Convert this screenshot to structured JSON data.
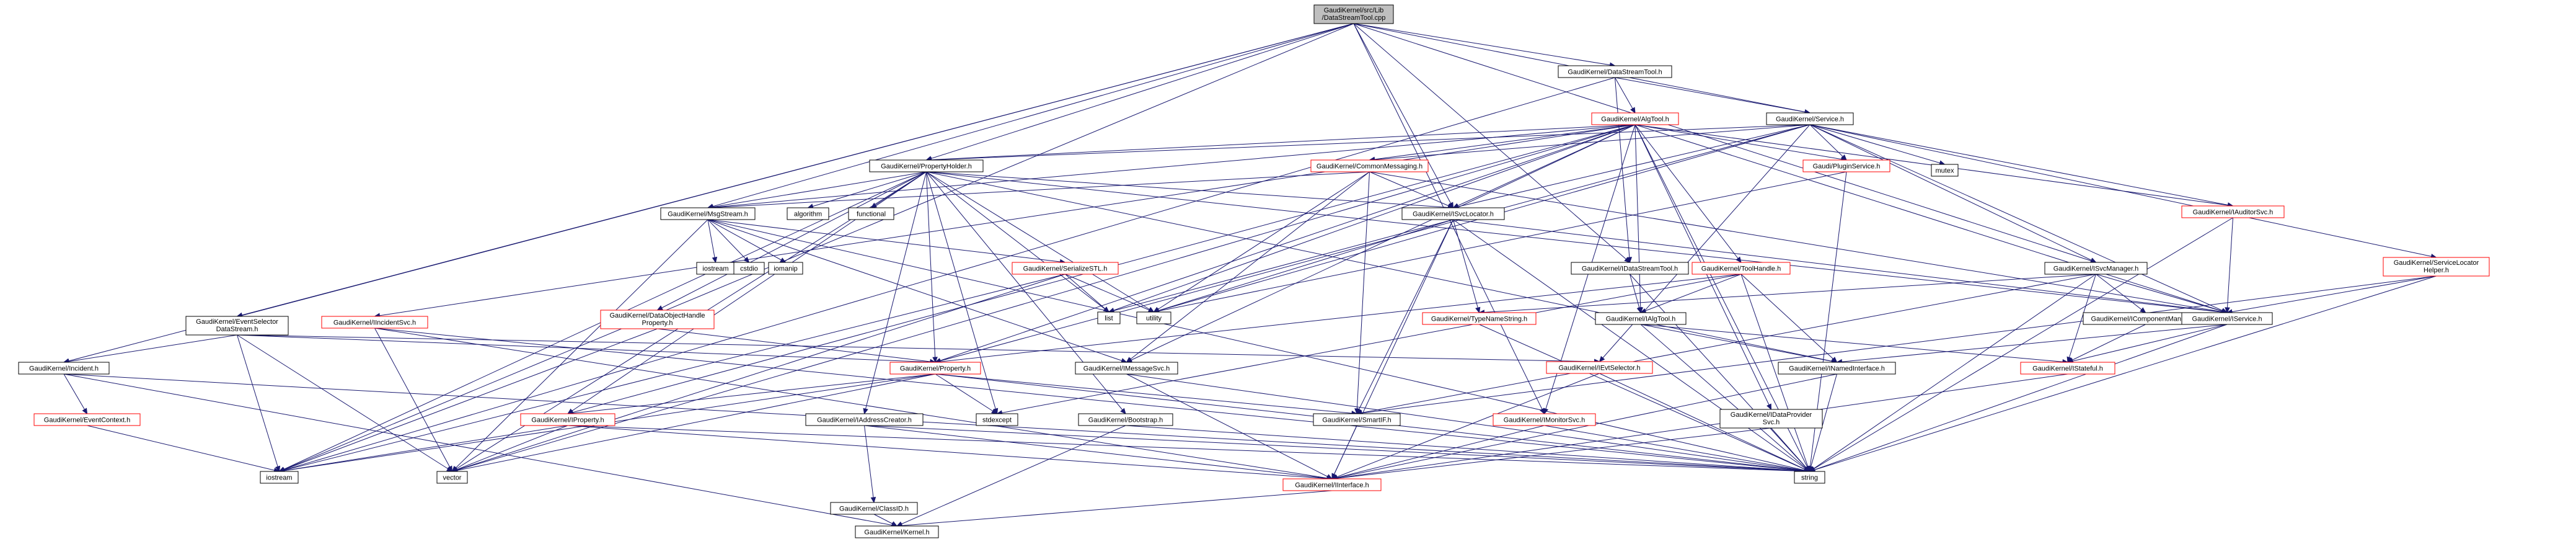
{
  "graph": {
    "root": "GaudiKernel/src/Lib/DataStreamTool.cpp",
    "nodes": [
      {
        "id": "root",
        "lines": [
          "GaudiKernel/src/Lib",
          "/DataStreamTool.cpp"
        ],
        "style": "root"
      },
      {
        "id": "dst",
        "lines": [
          "GaudiKernel/DataStreamTool.h"
        ],
        "style": "black"
      },
      {
        "id": "service",
        "lines": [
          "GaudiKernel/Service.h"
        ],
        "style": "black"
      },
      {
        "id": "algtool",
        "lines": [
          "GaudiKernel/AlgTool.h"
        ],
        "style": "red"
      },
      {
        "id": "propholder",
        "lines": [
          "GaudiKernel/PropertyHolder.h"
        ],
        "style": "black"
      },
      {
        "id": "commonmsg",
        "lines": [
          "GaudiKernel/CommonMessaging.h"
        ],
        "style": "red"
      },
      {
        "id": "pluginsvc",
        "lines": [
          "Gaudi/PluginService.h"
        ],
        "style": "red"
      },
      {
        "id": "mutex",
        "lines": [
          "mutex"
        ],
        "style": "black"
      },
      {
        "id": "auditorsvc",
        "lines": [
          "GaudiKernel/IAuditorSvc.h"
        ],
        "style": "red"
      },
      {
        "id": "msgstream",
        "lines": [
          "GaudiKernel/MsgStream.h"
        ],
        "style": "black"
      },
      {
        "id": "algorithm",
        "lines": [
          "algorithm"
        ],
        "style": "black"
      },
      {
        "id": "functional",
        "lines": [
          "functional"
        ],
        "style": "black"
      },
      {
        "id": "isvclocator",
        "lines": [
          "GaudiKernel/ISvcLocator.h"
        ],
        "style": "black"
      },
      {
        "id": "sslh",
        "lines": [
          "GaudiKernel/ServiceLocator",
          "Helper.h"
        ],
        "style": "red"
      },
      {
        "id": "istream",
        "lines": [
          "iostream"
        ],
        "style": "black"
      },
      {
        "id": "cstdio",
        "lines": [
          "cstdio"
        ],
        "style": "black"
      },
      {
        "id": "iomanip",
        "lines": [
          "iomanip"
        ],
        "style": "black"
      },
      {
        "id": "serializestl",
        "lines": [
          "GaudiKernel/SerializeSTL.h"
        ],
        "style": "red"
      },
      {
        "id": "toolhandle",
        "lines": [
          "GaudiKernel/ToolHandle.h"
        ],
        "style": "red"
      },
      {
        "id": "idstool",
        "lines": [
          "GaudiKernel/IDataStreamTool.h"
        ],
        "style": "black"
      },
      {
        "id": "isvcmanager",
        "lines": [
          "GaudiKernel/ISvcManager.h"
        ],
        "style": "black"
      },
      {
        "id": "list",
        "lines": [
          "list"
        ],
        "style": "black"
      },
      {
        "id": "utility",
        "lines": [
          "utility"
        ],
        "style": "black"
      },
      {
        "id": "ialgtool",
        "lines": [
          "GaudiKernel/IAlgTool.h"
        ],
        "style": "black"
      },
      {
        "id": "icompmgr",
        "lines": [
          "GaudiKernel/IComponentManager.h"
        ],
        "style": "black"
      },
      {
        "id": "typenamestr",
        "lines": [
          "GaudiKernel/TypeNameString.h"
        ],
        "style": "red"
      },
      {
        "id": "iservice",
        "lines": [
          "GaudiKernel/IService.h"
        ],
        "style": "black"
      },
      {
        "id": "evsel",
        "lines": [
          "GaudiKernel/EventSelector",
          "DataStream.h"
        ],
        "style": "black"
      },
      {
        "id": "iincsvc",
        "lines": [
          "GaudiKernel/IIncidentSvc.h"
        ],
        "style": "red"
      },
      {
        "id": "dohprop",
        "lines": [
          "GaudiKernel/DataObjectHandle",
          "Property.h"
        ],
        "style": "red"
      },
      {
        "id": "property",
        "lines": [
          "GaudiKernel/Property.h"
        ],
        "style": "red"
      },
      {
        "id": "imsgsvc",
        "lines": [
          "GaudiKernel/IMessageSvc.h"
        ],
        "style": "black"
      },
      {
        "id": "ievtsel",
        "lines": [
          "GaudiKernel/IEvtSelector.h"
        ],
        "style": "red"
      },
      {
        "id": "inamedif",
        "lines": [
          "GaudiKernel/INamedInterface.h"
        ],
        "style": "black"
      },
      {
        "id": "istateful",
        "lines": [
          "GaudiKernel/IStateful.h"
        ],
        "style": "red"
      },
      {
        "id": "incident",
        "lines": [
          "GaudiKernel/Incident.h"
        ],
        "style": "black"
      },
      {
        "id": "evctx",
        "lines": [
          "GaudiKernel/EventContext.h"
        ],
        "style": "red"
      },
      {
        "id": "iproperty",
        "lines": [
          "GaudiKernel/IProperty.h"
        ],
        "style": "red"
      },
      {
        "id": "iaddrcreator",
        "lines": [
          "GaudiKernel/IAddressCreator.h"
        ],
        "style": "black"
      },
      {
        "id": "stdexcept",
        "lines": [
          "stdexcept"
        ],
        "style": "black"
      },
      {
        "id": "bootstrap",
        "lines": [
          "GaudiKernel/Bootstrap.h"
        ],
        "style": "black"
      },
      {
        "id": "smartif",
        "lines": [
          "GaudiKernel/SmartIF.h"
        ],
        "style": "black"
      },
      {
        "id": "imonitorsvc",
        "lines": [
          "GaudiKernel/IMonitorSvc.h"
        ],
        "style": "red"
      },
      {
        "id": "idataprov",
        "lines": [
          "GaudiKernel/IDataProvider",
          "Svc.h"
        ],
        "style": "black"
      },
      {
        "id": "iostream2",
        "lines": [
          "iostream"
        ],
        "style": "black"
      },
      {
        "id": "vector",
        "lines": [
          "vector"
        ],
        "style": "black"
      },
      {
        "id": "string",
        "lines": [
          "string"
        ],
        "style": "black"
      },
      {
        "id": "iinterface",
        "lines": [
          "GaudiKernel/IInterface.h"
        ],
        "style": "red"
      },
      {
        "id": "classid",
        "lines": [
          "GaudiKernel/ClassID.h"
        ],
        "style": "black"
      },
      {
        "id": "kernel",
        "lines": [
          "GaudiKernel/Kernel.h"
        ],
        "style": "black"
      }
    ],
    "edges": [
      [
        "root",
        "dst"
      ],
      [
        "root",
        "service"
      ],
      [
        "root",
        "propholder"
      ],
      [
        "root",
        "msgstream"
      ],
      [
        "root",
        "isvclocator"
      ],
      [
        "root",
        "isvcmanager"
      ],
      [
        "root",
        "evsel"
      ],
      [
        "root",
        "incident"
      ],
      [
        "root",
        "iostream2"
      ],
      [
        "root",
        "imonitorsvc"
      ],
      [
        "root",
        "idstool"
      ],
      [
        "dst",
        "algtool"
      ],
      [
        "dst",
        "service"
      ],
      [
        "dst",
        "idstool"
      ],
      [
        "dst",
        "iostream2"
      ],
      [
        "algtool",
        "propholder"
      ],
      [
        "algtool",
        "commonmsg"
      ],
      [
        "algtool",
        "pluginsvc"
      ],
      [
        "algtool",
        "isvclocator"
      ],
      [
        "algtool",
        "toolhandle"
      ],
      [
        "algtool",
        "ialgtool"
      ],
      [
        "algtool",
        "imonitorsvc"
      ],
      [
        "algtool",
        "idataprov"
      ],
      [
        "algtool",
        "iproperty"
      ],
      [
        "algtool",
        "vector"
      ],
      [
        "algtool",
        "list"
      ],
      [
        "algtool",
        "iservice"
      ],
      [
        "algtool",
        "auditorsvc"
      ],
      [
        "algtool",
        "msgstream"
      ],
      [
        "algtool",
        "imsgsvc"
      ],
      [
        "algtool",
        "iincsvc"
      ],
      [
        "algtool",
        "property"
      ],
      [
        "algtool",
        "string"
      ],
      [
        "service",
        "propholder"
      ],
      [
        "service",
        "commonmsg"
      ],
      [
        "service",
        "pluginsvc"
      ],
      [
        "service",
        "mutex"
      ],
      [
        "service",
        "auditorsvc"
      ],
      [
        "service",
        "sslh"
      ],
      [
        "service",
        "isvclocator"
      ],
      [
        "service",
        "iservice"
      ],
      [
        "service",
        "isvcmanager"
      ],
      [
        "service",
        "ievtsel"
      ],
      [
        "service",
        "property"
      ],
      [
        "service",
        "utility"
      ],
      [
        "propholder",
        "msgstream"
      ],
      [
        "propholder",
        "algorithm"
      ],
      [
        "propholder",
        "functional"
      ],
      [
        "propholder",
        "isvclocator"
      ],
      [
        "propholder",
        "dohprop"
      ],
      [
        "propholder",
        "property"
      ],
      [
        "propholder",
        "iproperty"
      ],
      [
        "propholder",
        "iaddrcreator"
      ],
      [
        "propholder",
        "bootstrap"
      ],
      [
        "propholder",
        "stdexcept"
      ],
      [
        "propholder",
        "utility"
      ],
      [
        "propholder",
        "vector"
      ],
      [
        "propholder",
        "iostream2"
      ],
      [
        "propholder",
        "inamedif"
      ],
      [
        "propholder",
        "list"
      ],
      [
        "propholder",
        "iservice"
      ],
      [
        "commonmsg",
        "msgstream"
      ],
      [
        "commonmsg",
        "isvclocator"
      ],
      [
        "commonmsg",
        "imsgsvc"
      ],
      [
        "commonmsg",
        "smartif"
      ],
      [
        "commonmsg",
        "iservice"
      ],
      [
        "commonmsg",
        "utility"
      ],
      [
        "pluginsvc",
        "string"
      ],
      [
        "pluginsvc",
        "utility"
      ],
      [
        "auditorsvc",
        "iservice"
      ],
      [
        "auditorsvc",
        "string"
      ],
      [
        "msgstream",
        "istream"
      ],
      [
        "msgstream",
        "cstdio"
      ],
      [
        "msgstream",
        "iomanip"
      ],
      [
        "msgstream",
        "serializestl"
      ],
      [
        "msgstream",
        "imsgsvc"
      ],
      [
        "msgstream",
        "vector"
      ],
      [
        "msgstream",
        "string"
      ],
      [
        "isvclocator",
        "list"
      ],
      [
        "isvclocator",
        "typenamestr"
      ],
      [
        "isvclocator",
        "smartif"
      ],
      [
        "isvclocator",
        "iinterface"
      ],
      [
        "isvclocator",
        "string"
      ],
      [
        "isvclocator",
        "iservice"
      ],
      [
        "isvclocator",
        "utility"
      ],
      [
        "sslh",
        "iservice"
      ],
      [
        "sslh",
        "smartif"
      ],
      [
        "sslh",
        "string"
      ],
      [
        "serializestl",
        "list"
      ],
      [
        "serializestl",
        "utility"
      ],
      [
        "serializestl",
        "vector"
      ],
      [
        "serializestl",
        "iostream2"
      ],
      [
        "toolhandle",
        "ialgtool"
      ],
      [
        "toolhandle",
        "inamedif"
      ],
      [
        "toolhandle",
        "property"
      ],
      [
        "toolhandle",
        "stdexcept"
      ],
      [
        "toolhandle",
        "string"
      ],
      [
        "idstool",
        "ialgtool"
      ],
      [
        "idstool",
        "string"
      ],
      [
        "isvcmanager",
        "icompmgr"
      ],
      [
        "isvcmanager",
        "iservice"
      ],
      [
        "isvcmanager",
        "istateful"
      ],
      [
        "isvcmanager",
        "string"
      ],
      [
        "isvcmanager",
        "typenamestr"
      ],
      [
        "isvcmanager",
        "smartif"
      ],
      [
        "ialgtool",
        "inamedif"
      ],
      [
        "ialgtool",
        "istateful"
      ],
      [
        "ialgtool",
        "string"
      ],
      [
        "icompmgr",
        "istateful"
      ],
      [
        "typenamestr",
        "string"
      ],
      [
        "iservice",
        "inamedif"
      ],
      [
        "iservice",
        "istateful"
      ],
      [
        "iservice",
        "string"
      ],
      [
        "evsel",
        "incident"
      ],
      [
        "evsel",
        "property"
      ],
      [
        "evsel",
        "vector"
      ],
      [
        "evsel",
        "iostream2"
      ],
      [
        "evsel",
        "ievtsel"
      ],
      [
        "iincsvc",
        "string"
      ],
      [
        "iincsvc",
        "vector"
      ],
      [
        "iincsvc",
        "iinterface"
      ],
      [
        "dohprop",
        "property"
      ],
      [
        "dohprop",
        "iostream2"
      ],
      [
        "property",
        "iproperty"
      ],
      [
        "property",
        "smartif"
      ],
      [
        "property",
        "stdexcept"
      ],
      [
        "property",
        "string"
      ],
      [
        "property",
        "vector"
      ],
      [
        "property",
        "iostream2"
      ],
      [
        "imsgsvc",
        "iinterface"
      ],
      [
        "imsgsvc",
        "string"
      ],
      [
        "ievtsel",
        "iinterface"
      ],
      [
        "ievtsel",
        "string"
      ],
      [
        "inamedif",
        "iinterface"
      ],
      [
        "inamedif",
        "string"
      ],
      [
        "istateful",
        "iinterface"
      ],
      [
        "incident",
        "evctx"
      ],
      [
        "incident",
        "string"
      ],
      [
        "incident",
        "kernel"
      ],
      [
        "evctx",
        "iostream2"
      ],
      [
        "iproperty",
        "iinterface"
      ],
      [
        "iproperty",
        "string"
      ],
      [
        "iproperty",
        "vector"
      ],
      [
        "iproperty",
        "iostream2"
      ],
      [
        "iaddrcreator",
        "classid"
      ],
      [
        "iaddrcreator",
        "iinterface"
      ],
      [
        "iaddrcreator",
        "string"
      ],
      [
        "bootstrap",
        "kernel"
      ],
      [
        "bootstrap",
        "string"
      ],
      [
        "smartif",
        "iinterface"
      ],
      [
        "imonitorsvc",
        "iinterface"
      ],
      [
        "imonitorsvc",
        "string"
      ],
      [
        "idataprov",
        "iinterface"
      ],
      [
        "idataprov",
        "string"
      ],
      [
        "iinterface",
        "kernel"
      ],
      [
        "classid",
        "kernel"
      ]
    ]
  }
}
